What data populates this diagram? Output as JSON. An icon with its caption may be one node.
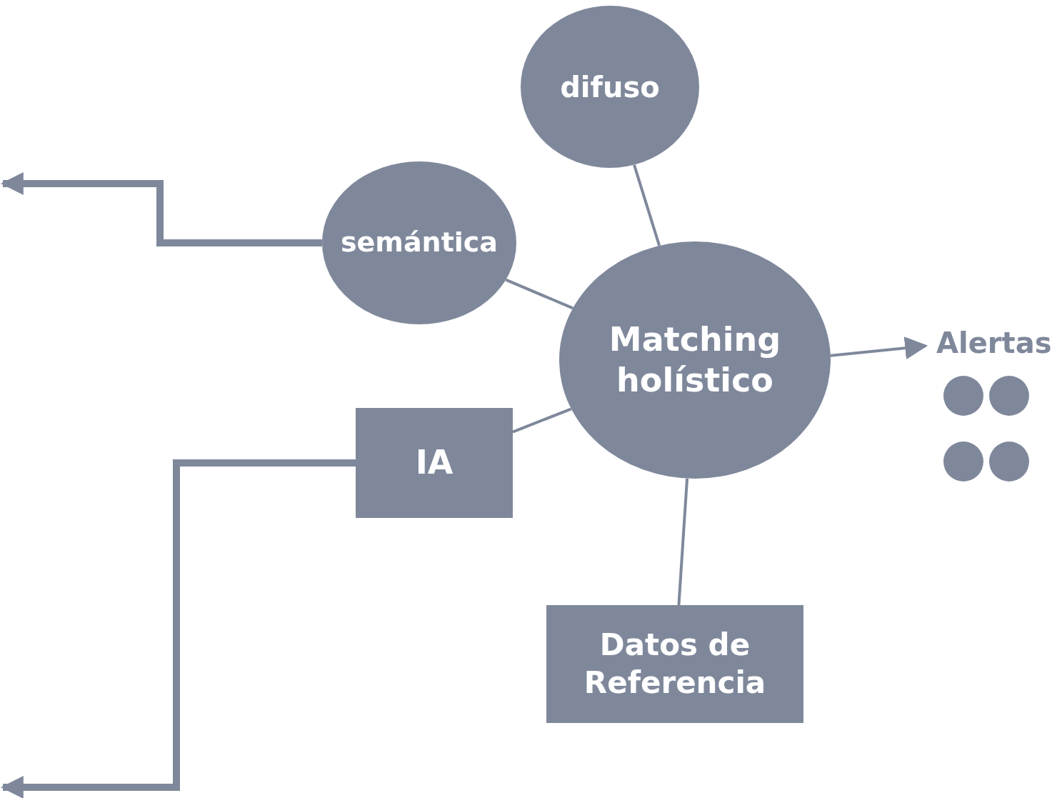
{
  "diagram": {
    "nodes": [
      {
        "text": [
          "difuso"
        ]
      },
      {
        "text": [
          "semántica"
        ]
      },
      {
        "text": [
          "Matching holístico"
        ]
      },
      {
        "text": [
          "IA"
        ]
      },
      {
        "text": [
          "Datos de Referencia"
        ]
      },
      {
        "text": [
          "Alertas"
        ]
      }
    ],
    "edges": [
      {
        "from": 0,
        "to": 2,
        "arrow": "none"
      },
      {
        "from": 1,
        "to": 2,
        "arrow": "none"
      },
      {
        "from": 3,
        "to": 2,
        "arrow": "none"
      },
      {
        "from": 2,
        "to": 4,
        "arrow": "none"
      },
      {
        "from": 2,
        "to": 5,
        "arrow": "to"
      },
      {
        "from": 1,
        "to": null,
        "arrow": "to",
        "style": "thick"
      },
      {
        "from": 3,
        "to": null,
        "arrow": "to",
        "style": "thick"
      }
    ]
  }
}
